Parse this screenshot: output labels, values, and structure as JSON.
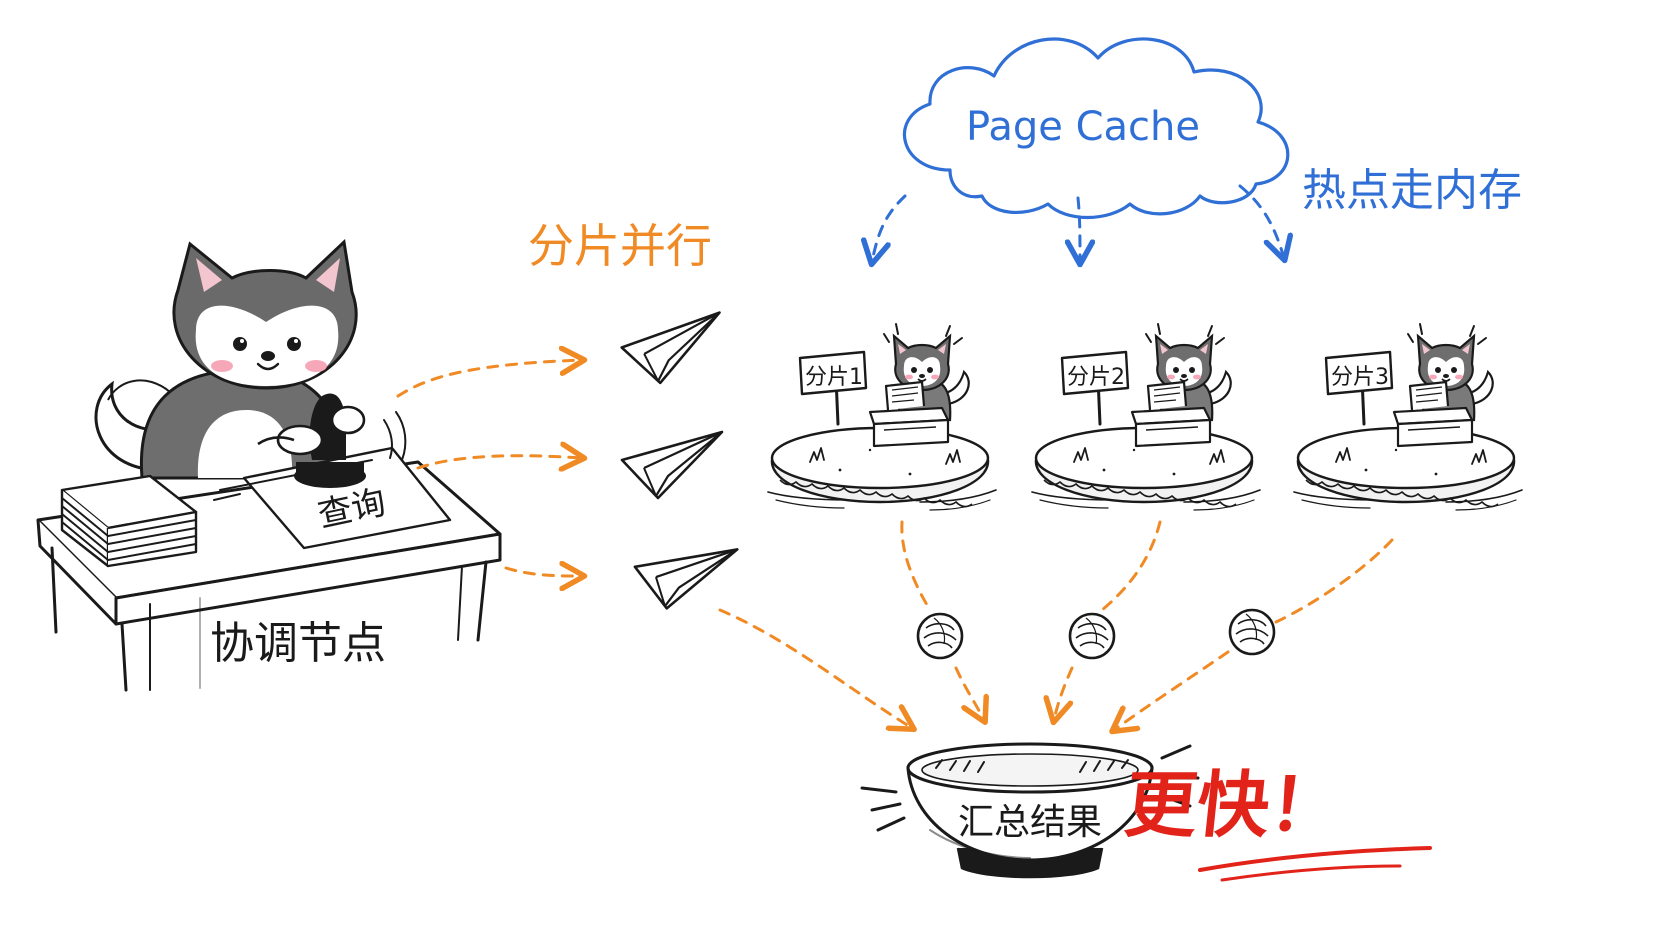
{
  "colors": {
    "parallel_orange": "#f08a24",
    "cache_blue": "#2f6fd6",
    "faster_red": "#e2231a",
    "ink": "#1a1a1a",
    "fur_gray": "#6b6b6b",
    "blush_pink": "#f7a8b8"
  },
  "coordinator": {
    "desk_label": "协调节点",
    "paper_label": "查询"
  },
  "parallel_label": "分片并行",
  "cache": {
    "cloud_label": "Page Cache",
    "side_label": "热点走内存"
  },
  "shards": [
    {
      "sign": "分片1"
    },
    {
      "sign": "分片2"
    },
    {
      "sign": "分片3"
    }
  ],
  "bowl_label": "汇总结果",
  "faster_label": "更快！",
  "icons": [
    "paper-plane-icon",
    "cloud-icon",
    "stamp-icon",
    "husky-icon",
    "island-icon",
    "ball-icon",
    "bowl-icon"
  ]
}
